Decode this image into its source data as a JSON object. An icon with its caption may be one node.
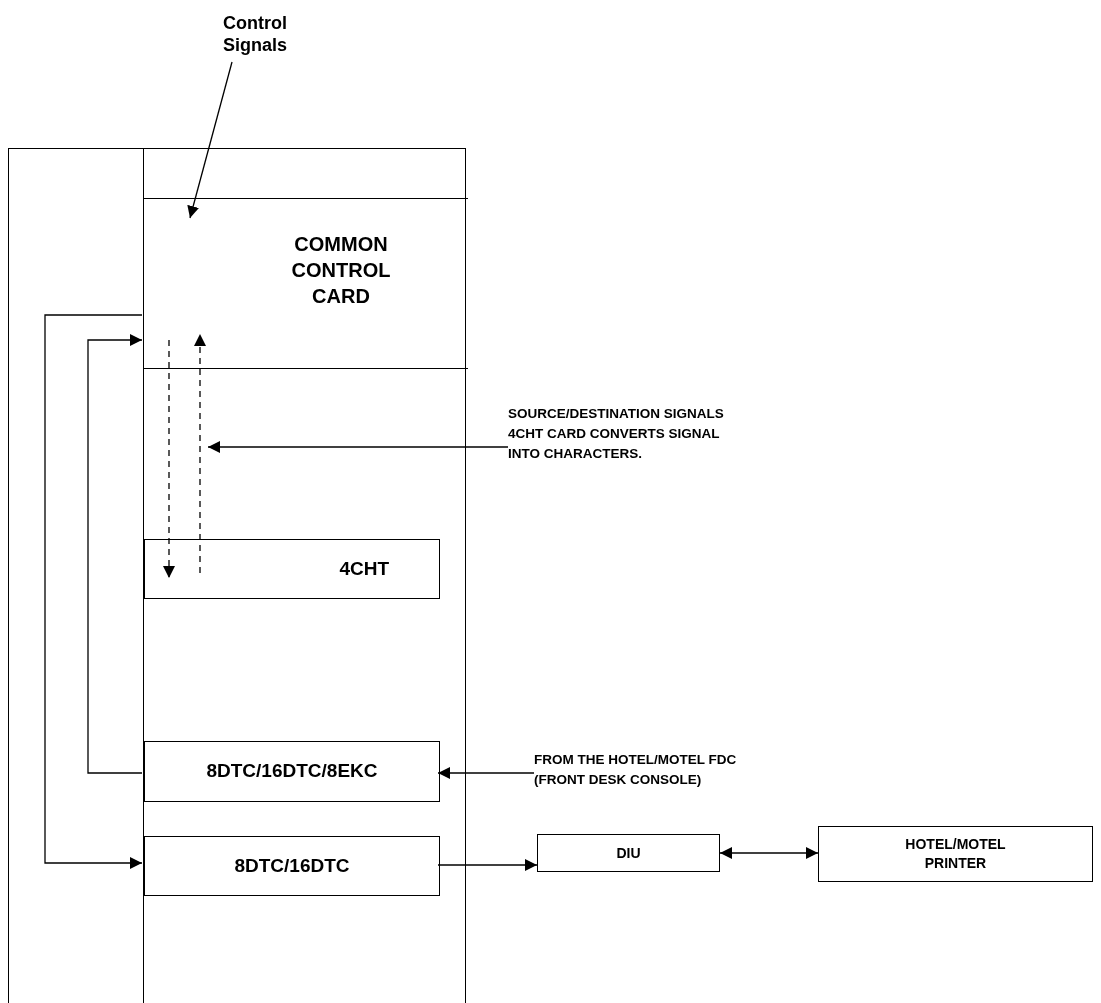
{
  "diagram": {
    "nodes": [
      {
        "text": [
          "Control Signals"
        ]
      },
      {
        "text": [],
        "shape": "box"
      },
      {
        "text": [],
        "shape": "box",
        "in": 1
      },
      {
        "text": [
          "COMMON CONTROL CARD"
        ],
        "in": 2
      },
      {
        "text": [
          "4CHT"
        ],
        "in": 2
      },
      {
        "text": [
          "8DTC/16DTC/8EKC"
        ],
        "in": 2
      },
      {
        "text": [
          "8DTC/16DTC"
        ],
        "in": 2
      },
      {
        "text": [
          "DIU"
        ]
      },
      {
        "text": [
          "HOTEL/MOTEL PRINTER"
        ]
      },
      {
        "text": [
          "SOURCE/DESTINATION SIGNALS 4CHT CARD CONVERTS SIGNAL INTO CHARACTERS."
        ]
      },
      {
        "text": [
          "FROM THE HOTEL/MOTEL FDC (FRONT DESK CONSOLE)"
        ]
      }
    ],
    "edges": [
      {
        "from": 0,
        "to": 3,
        "arrow": "to"
      },
      {
        "from": 5,
        "to": 3,
        "arrow": "to"
      },
      {
        "from": 3,
        "to": 6,
        "arrow": "to"
      },
      {
        "from": 3,
        "to": 4,
        "arrow": "to",
        "style": "dashed"
      },
      {
        "from": 4,
        "to": 3,
        "arrow": "to",
        "style": "dashed"
      },
      {
        "from": 9,
        "to": null,
        "arrow": "to"
      },
      {
        "from": 10,
        "to": 5,
        "arrow": "to"
      },
      {
        "from": 6,
        "to": 7,
        "arrow": "to"
      },
      {
        "from": 7,
        "to": 8,
        "arrow": "both"
      }
    ]
  }
}
